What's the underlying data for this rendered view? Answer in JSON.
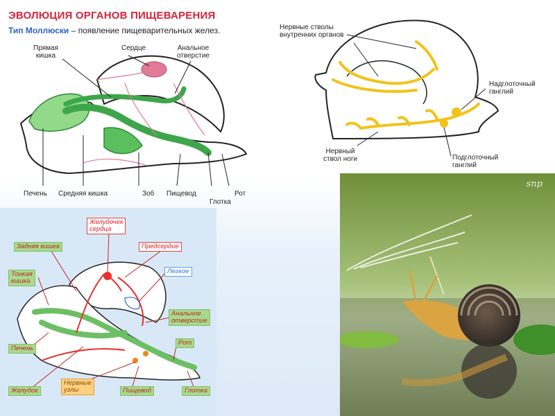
{
  "header": {
    "title": "ЭВОЛЮЦИЯ ОРГАНОВ ПИЩЕВАРЕНИЯ",
    "subtitle_type": "Тип Моллюски",
    "subtitle_rest": " – появление  пищеварительных желез."
  },
  "digestive": {
    "labels": {
      "rectum": "Прямая\nкишка",
      "heart": "Сердце",
      "anus": "Анальное\nотверстие",
      "liver": "Печень",
      "midgut": "Средняя кишка",
      "crop": "Зоб",
      "esophagus": "Пищевод",
      "pharynx": "Глотка",
      "mouth": "Рот"
    }
  },
  "nervous": {
    "labels": {
      "visceral": "Нервные стволы\nвнутренних органов",
      "supra": "Надглоточный\nганглий",
      "pedal": "Нервный\nствол ноги",
      "sub": "Подглоточный\nганглий"
    }
  },
  "anatomy": {
    "labels": {
      "ventricle": "Желудочек\nсердца",
      "hindgut": "Задняя кишка",
      "atrium": "Предсердие",
      "smallgut": "Тонкая\nкишка",
      "lung": "Легкое",
      "anus": "Анальное\nотверстие",
      "mouth": "Рот",
      "liver": "Печень",
      "stomach": "Желудок",
      "ganglia": "Нервные\nузлы",
      "esophagus": "Пищевод",
      "pharynx": "Глотка"
    }
  },
  "photo": {
    "watermark": "snp"
  },
  "colors": {
    "title": "#d8243c",
    "accent_blue": "#2b62c4",
    "gut_green": "#5cbf5e",
    "nerve_yellow": "#f2c21a",
    "heart_pink": "#e07a96"
  }
}
